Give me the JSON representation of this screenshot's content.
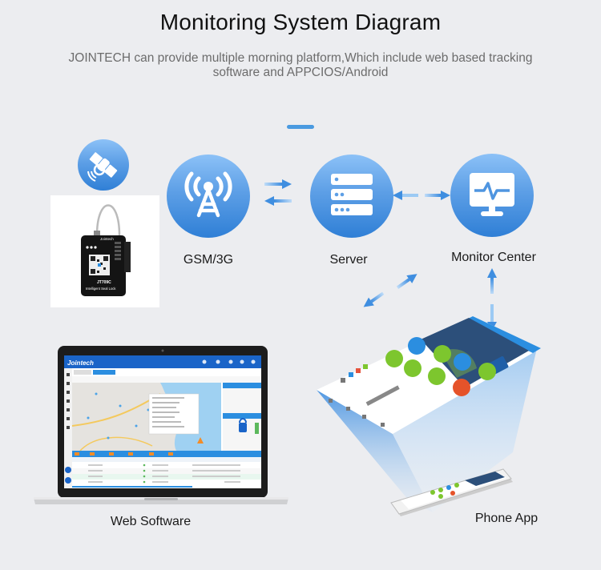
{
  "header": {
    "title": "Monitoring System Diagram",
    "subtitle_line1": "JOINTECH can provide multiple morning platform,Which include web based tracking",
    "subtitle_line2": "software and APPCIOS/Android"
  },
  "nodes": {
    "satellite": {
      "icon": "satellite-icon"
    },
    "device": {
      "icon": "seal-lock-device",
      "brand": "Jointech",
      "model": "JT709C",
      "caption": "Intelligent Seal Lock"
    },
    "gsm": {
      "label": "GSM/3G",
      "icon": "cell-tower-icon"
    },
    "server": {
      "label": "Server",
      "icon": "server-icon"
    },
    "monitor": {
      "label": "Monitor Center",
      "icon": "monitor-pulse-icon"
    },
    "web": {
      "label": "Web Software",
      "brand": "Jointech"
    },
    "phone": {
      "label": "Phone App"
    }
  },
  "colors": {
    "background": "#ecedf0",
    "accent": "#4a9ae0",
    "circle_top": "#8cc1f7",
    "circle_bottom": "#2f7fd6",
    "app_green": "#7dc62e",
    "app_blue": "#2b8ee0",
    "app_orange": "#e5532a"
  }
}
